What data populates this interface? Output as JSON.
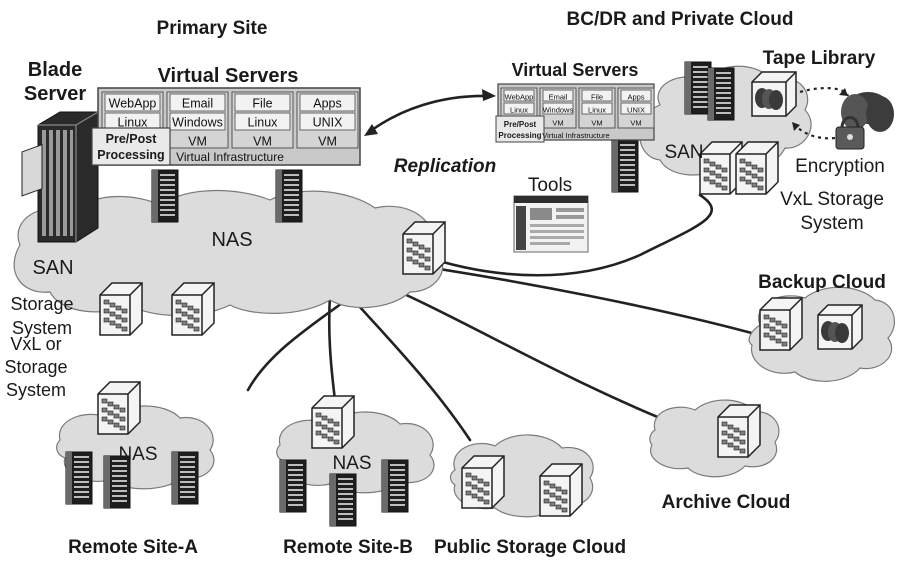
{
  "headings": {
    "primary_site": "Primary Site",
    "bcdr": "BC/DR and Private Cloud"
  },
  "primary": {
    "blade_server": [
      "Blade",
      "Server"
    ],
    "virtual_servers": "Virtual Servers",
    "vm_columns": [
      {
        "app": "WebApp",
        "os": "Linux",
        "vm": ""
      },
      {
        "app": "Email",
        "os": "Windows",
        "vm": "VM"
      },
      {
        "app": "File",
        "os": "Linux",
        "vm": "VM"
      },
      {
        "app": "Apps",
        "os": "UNIX",
        "vm": "VM"
      }
    ],
    "prepost": [
      "Pre/Post",
      "Processing"
    ],
    "virtual_infrastructure": "Virtual Infrastructure",
    "nas": "NAS",
    "san": "SAN",
    "storage_system": [
      "Storage",
      "System"
    ]
  },
  "bcdr": {
    "virtual_servers": "Virtual Servers",
    "vm_columns": [
      {
        "app": "WebApp",
        "os": "Linux",
        "vm": ""
      },
      {
        "app": "Email",
        "os": "Windows",
        "vm": "VM"
      },
      {
        "app": "File",
        "os": "Linux",
        "vm": "VM"
      },
      {
        "app": "Apps",
        "os": "UNIX",
        "vm": "VM"
      }
    ],
    "prepost": [
      "Pre/Post",
      "Processing"
    ],
    "virtual_infrastructure": "Virtual Infrastructure",
    "tape_library": "Tape Library",
    "encryption": "Encryption",
    "san": "SAN",
    "vxl_storage": [
      "VxL Storage",
      "System"
    ],
    "tools": "Tools"
  },
  "replication": "Replication",
  "remote": {
    "vxl_or_storage": [
      "VxL or",
      "Storage",
      "System"
    ],
    "nas_a": "NAS",
    "nas_b": "NAS",
    "site_a": "Remote Site-A",
    "site_b": "Remote Site-B"
  },
  "clouds": {
    "backup": "Backup Cloud",
    "archive": "Archive Cloud",
    "public_storage": "Public Storage Cloud"
  },
  "colors": {
    "cloud_fill": "#dcdcdc",
    "panel_fill": "#c9c9c9",
    "line": "#222222"
  }
}
